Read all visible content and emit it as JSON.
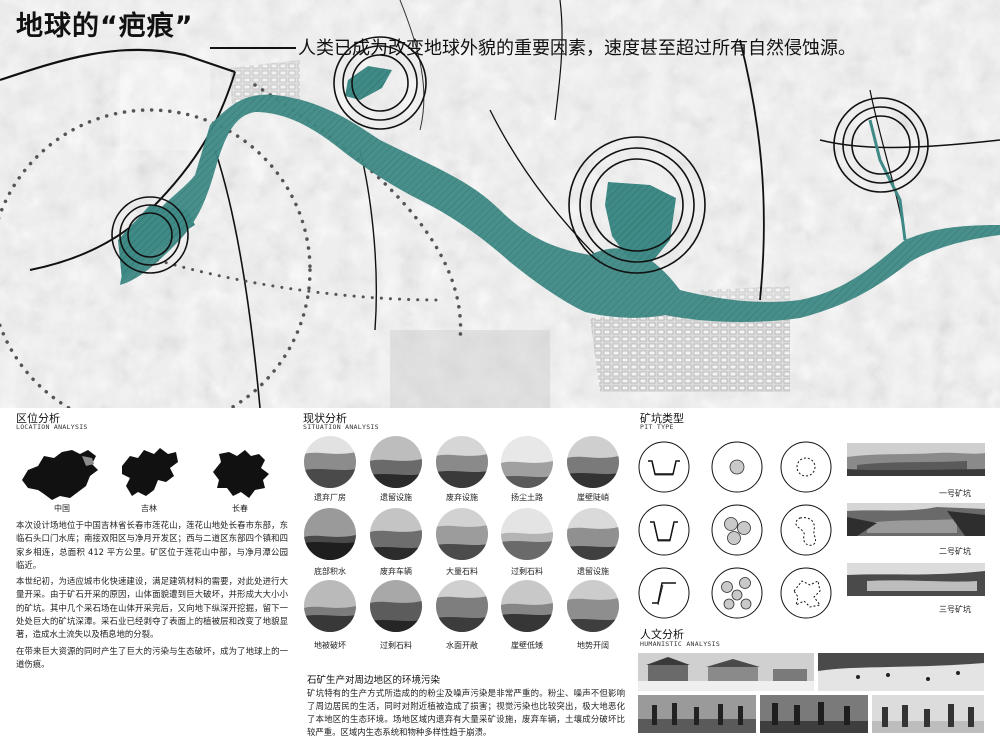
{
  "header": {
    "title": "地球的“疤痕”",
    "subtitle": "人类已成为改变地球外貌的重要因素，速度甚至超过所有自然侵蚀源。"
  },
  "location": {
    "title": "区位分析",
    "subtitle": "LOCATION ANALYSIS",
    "labels": [
      "中国",
      "吉林",
      "长春"
    ],
    "paragraphs": [
      "本次设计场地位于中国吉林省长春市莲花山，莲花山地处长春市东部，东临石头口门水库；南接双阳区与净月开发区；西与二道区东部四个镇和四家乡相连，总面积 412 平方公里。矿区位于莲花山中部，与净月潭公园临近。",
      "本世纪初，为适应城市化快速建设，满足建筑材料的需要，对此处进行大量开采。由于矿石开采的原因，山体面貌遭到巨大破坏，并形成大大小小的矿坑。其中几个采石场在山体开采完后，又向地下纵深开挖掘，留下一处处巨大的矿坑深潭。采石业已经剥夺了表面上的植被层和改变了地貌显著，造成水土流失以及栖息地的分裂。",
      "在带来巨大资源的同时产生了巨大的污染与生态破坏，成为了地球上的一道伤痕。"
    ]
  },
  "situation": {
    "title": "现状分析",
    "subtitle": "SITUATION ANALYSIS",
    "labels": [
      "遗弃厂房",
      "遗留设施",
      "废弃设施",
      "扬尘土路",
      "崖壁陡峭",
      "底部积水",
      "废弃车辆",
      "大量石料",
      "过剩石料",
      "遗留设施",
      "地被破坏",
      "过剩石料",
      "水面开敞",
      "崖壁低矮",
      "地势开阔"
    ],
    "pollution_title": "石矿生产对周边地区的环境污染",
    "pollution_text": "矿坑特有的生产方式所造成的的粉尘及噪声污染是非常严重的。粉尘、噪声不但影响了周边居民的生活，同时对附近植被造成了损害；视觉污染也比较突出，极大地恶化了本地区的生态环境。场地区域内遗弃有大量采矿设施，废弃车辆，土壤成分破坏比较严重。区域内生态系统和物种多样性趋于崩溃。"
  },
  "pit": {
    "title": "矿坑类型",
    "subtitle": "PIT TYPE",
    "labels": [
      "一号矿坑",
      "二号矿坑",
      "三号矿坑"
    ]
  },
  "humanistic": {
    "title": "人文分析",
    "subtitle": "HUMANISTIC ANALYSIS"
  },
  "colors": {
    "teal": "#3f8a86",
    "background": "#ffffff",
    "map_gray": "#e6e6e6"
  }
}
